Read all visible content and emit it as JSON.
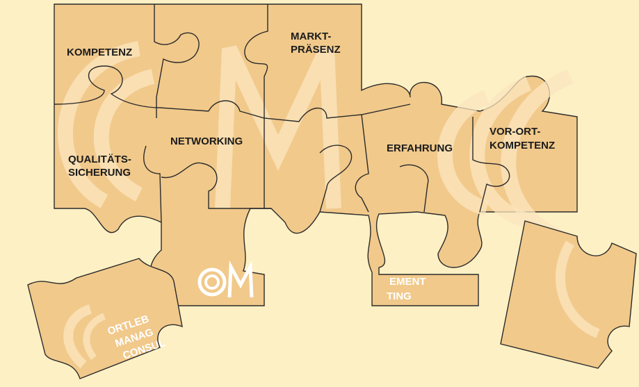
{
  "colors": {
    "background": "#fdf0c4",
    "piece_fill": "#f1c98b",
    "outline": "#2a2a2a",
    "watermark": "#fbe6bf",
    "label_text": "#1b1b1b"
  },
  "puzzle": {
    "labels": {
      "kompetenz": "KOMPETENZ",
      "markt_1": "MARKT-",
      "markt_2": "PRÄSENZ",
      "networking": "NETWORKING",
      "qual_1": "QUALITÄTS-",
      "qual_2": "SICHERUNG",
      "erfahrung": "ERFAHRUNG",
      "vorort_1": "VOR-ORT-",
      "vorort_2": "KOMPETENZ"
    },
    "logo": {
      "line_1": "ORTLEB",
      "line_2": "MANAG",
      "line_3": "CONSUL",
      "frag_1": "EMENT",
      "frag_2": "TING"
    }
  },
  "icons": [
    "omc-logo-icon"
  ]
}
